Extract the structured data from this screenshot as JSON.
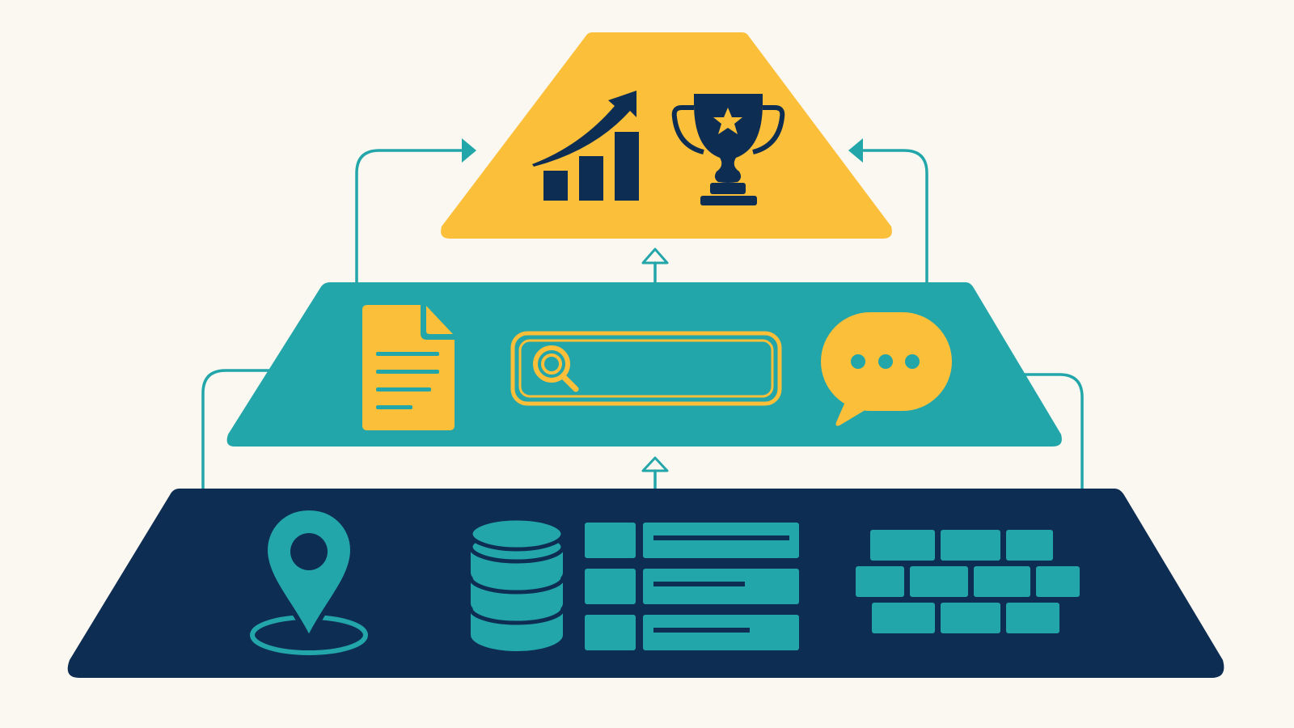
{
  "colors": {
    "background": "#fbf8f1",
    "top_tier": "#fbbf3a",
    "middle_tier": "#22a6aa",
    "bottom_tier": "#0e2d52",
    "connector": "#22a6aa"
  },
  "tiers": [
    {
      "level": "top",
      "icons": [
        "growth-chart-icon",
        "trophy-icon"
      ]
    },
    {
      "level": "middle",
      "icons": [
        "document-icon",
        "search-bar-icon",
        "chat-bubble-icon"
      ]
    },
    {
      "level": "bottom",
      "icons": [
        "location-pin-icon",
        "database-icon",
        "data-rows-icon",
        "brick-grid-icon"
      ]
    }
  ],
  "connectors": [
    "bottom-to-middle-arrow",
    "middle-to-top-arrow",
    "left-bottom-to-middle-line",
    "right-bottom-to-middle-line",
    "left-middle-to-top-arrow",
    "right-middle-to-top-arrow"
  ]
}
